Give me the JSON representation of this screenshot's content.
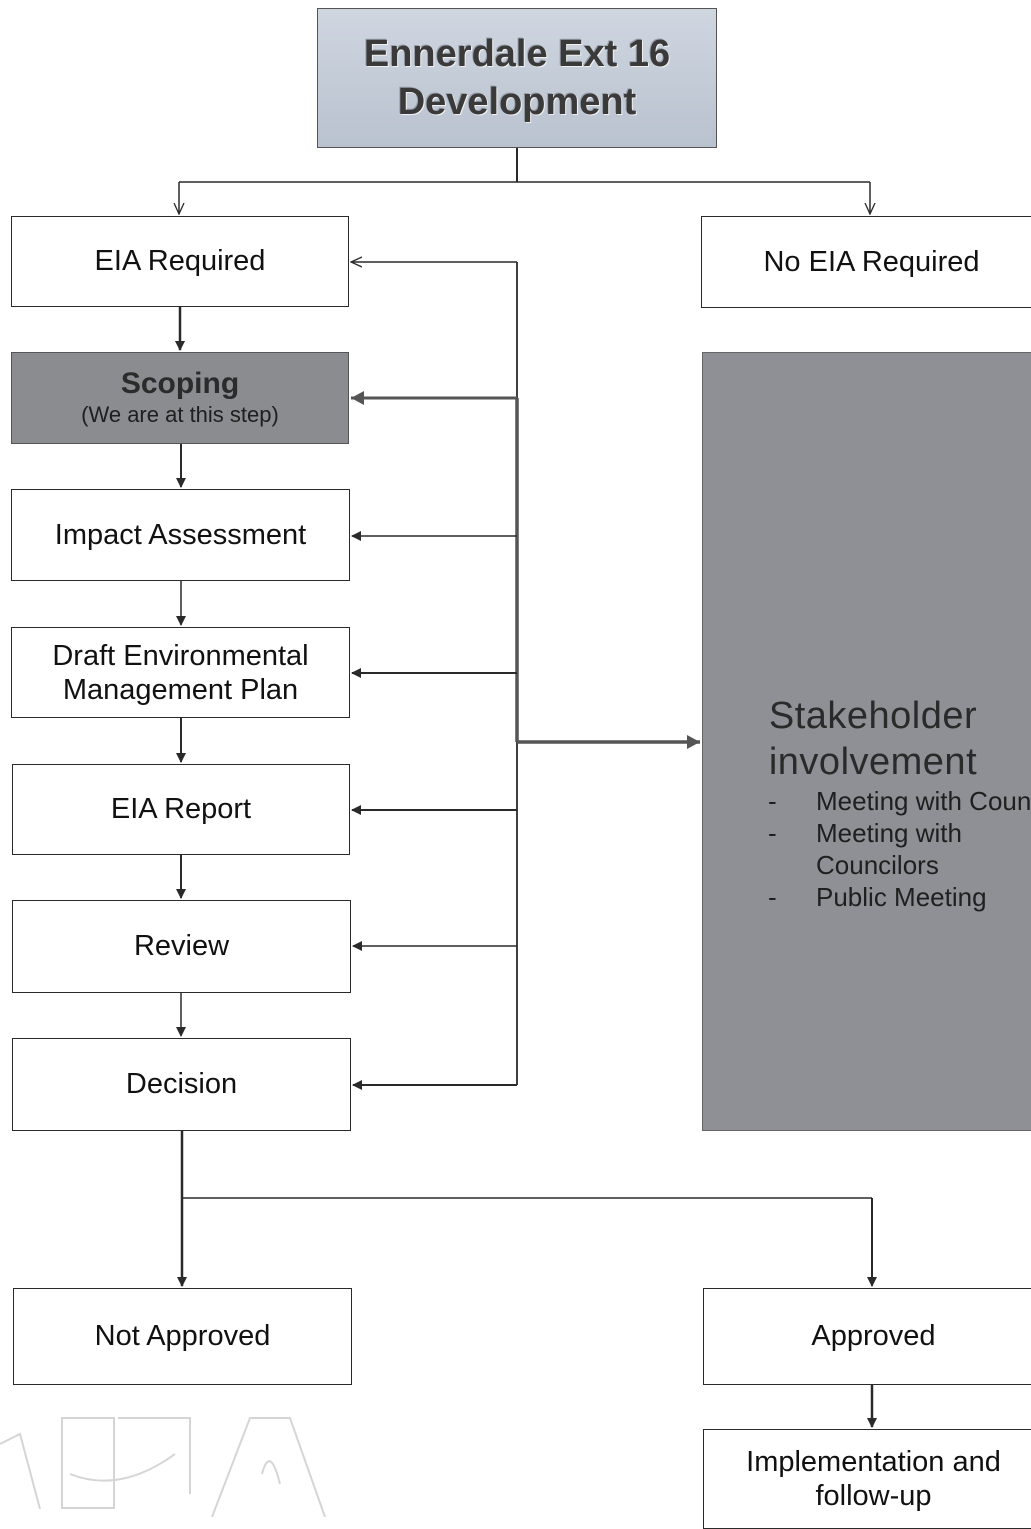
{
  "title": {
    "line1": "Ennerdale Ext 16",
    "line2": "Development"
  },
  "branches": {
    "eia_required": "EIA Required",
    "no_eia_required": "No EIA Required"
  },
  "steps": {
    "scoping_title": "Scoping",
    "scoping_note": "(We are at this step)",
    "impact_assessment": "Impact Assessment",
    "draft_emp_line1": "Draft Environmental",
    "draft_emp_line2": "Management Plan",
    "eia_report": "EIA Report",
    "review": "Review",
    "decision": "Decision"
  },
  "outcomes": {
    "not_approved": "Not Approved",
    "approved": "Approved",
    "implementation_line1": "Implementation and",
    "implementation_line2": "follow-up"
  },
  "stakeholder": {
    "title_line1": "Stakeholder",
    "title_line2": "involvement",
    "bullet": "-",
    "items": [
      "Meeting with Council",
      "Meeting with Councilors",
      "Public Meeting"
    ]
  },
  "colors": {
    "title_fill": "#c3cad5",
    "scoping_fill": "#8a8c90",
    "stakeholder_fill": "#8e9095",
    "line": "#2a2a2a"
  }
}
